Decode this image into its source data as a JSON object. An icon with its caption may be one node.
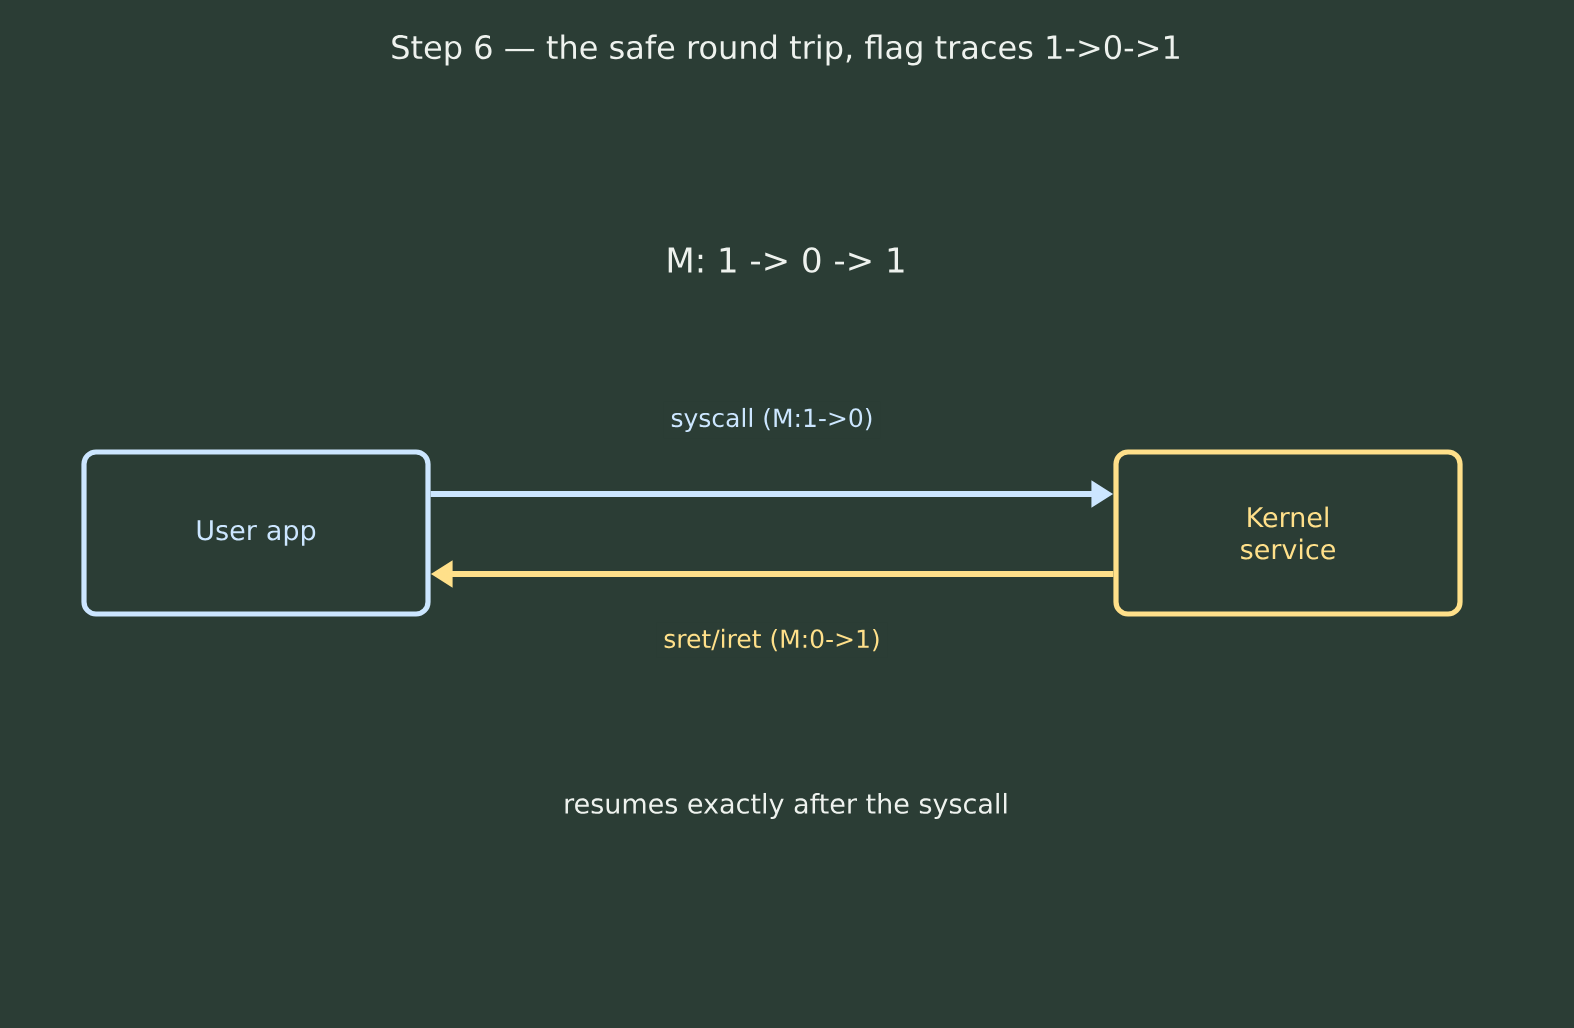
{
  "diagram": {
    "title": "Step 6 — the safe round trip, flag traces 1->0->1",
    "nodes": [
      {
        "text": [
          "User app"
        ]
      },
      {
        "text": [
          "Kernel service"
        ]
      }
    ],
    "edges": [
      {
        "from": 0,
        "to": 1,
        "arrow": "to",
        "label": "syscall  (M:1->0)",
        "color": "#cce6ff"
      },
      {
        "from": 1,
        "to": 0,
        "arrow": "to",
        "label": "sret/iret  (M:0->1)",
        "color": "#ffe08a"
      }
    ],
    "labels": [
      "M:  1 -> 0 -> 1",
      "resumes exactly after the syscall"
    ]
  }
}
